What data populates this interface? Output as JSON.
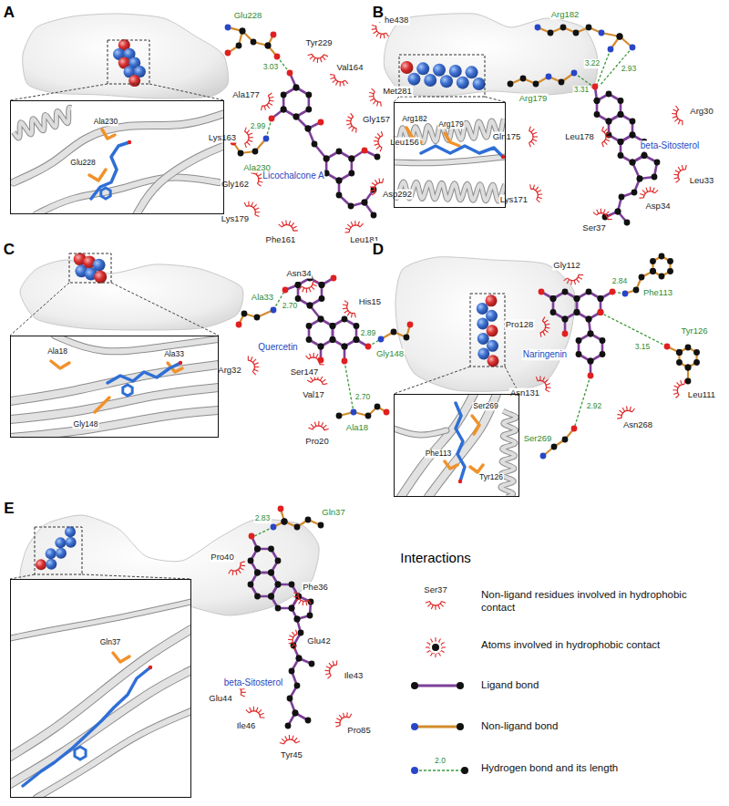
{
  "diagram": {
    "nodes": [
      {
        "text": [
          "Ala230",
          "Glu228"
        ]
      },
      {
        "text": [
          "Arg182",
          "Arg179"
        ]
      },
      {
        "text": [
          "Ala18",
          "Ala33",
          "Gly148"
        ]
      },
      {
        "text": [
          "Ser269",
          "Phe113",
          "Tyr126"
        ]
      },
      {
        "text": [
          "Gln37"
        ]
      }
    ],
    "labels": [
      "A",
      "Glu228",
      "Phe438",
      "Tyr229",
      "Val164",
      "Met281",
      "3.03",
      "Ala177",
      "2.99",
      "Gly157",
      "Lys163",
      "Leu156",
      "Ala230",
      "Licochalcone A",
      "Gly162",
      "Asp292",
      "Lys179",
      "Phe161",
      "Leu181",
      "B",
      "Arg182",
      "3.22",
      "2.93",
      "3.31",
      "Arg179",
      "Arg30",
      "Gln175",
      "Leu178",
      "beta-Sitosterol",
      "Leu33",
      "Lys171",
      "Asp34",
      "Ser37",
      "C",
      "Asn34",
      "Ala33",
      "His15",
      "2.70",
      "Quercetin",
      "2.89",
      "Gly148",
      "Arg32",
      "Ser147",
      "Val17",
      "2.70",
      "Ala18",
      "Pro20",
      "D",
      "Gly112",
      "Phe113",
      "2.84",
      "Pro128",
      "Tyr126",
      "Naringenin",
      "3.15",
      "Asn131",
      "Leu111",
      "Asn268",
      "Ser269",
      "2.92",
      "E",
      "Gln37",
      "2.83",
      "Pro40",
      "Phe36",
      "Glu42",
      "beta-Sitosterol",
      "Ile43",
      "Glu44",
      "Ile46",
      "Pro85",
      "Tyr45",
      "Interactions",
      "Ser37",
      "2.0"
    ],
    "legend": [
      {
        "text": "Non-ligand residues involved in hydrophobic contact"
      },
      {
        "text": "Atoms involved in hydrophobic contact"
      },
      {
        "text": "Ligand bond"
      },
      {
        "text": "Non-ligand bond"
      },
      {
        "text": "Hydrogen bond and its length"
      }
    ]
  }
}
